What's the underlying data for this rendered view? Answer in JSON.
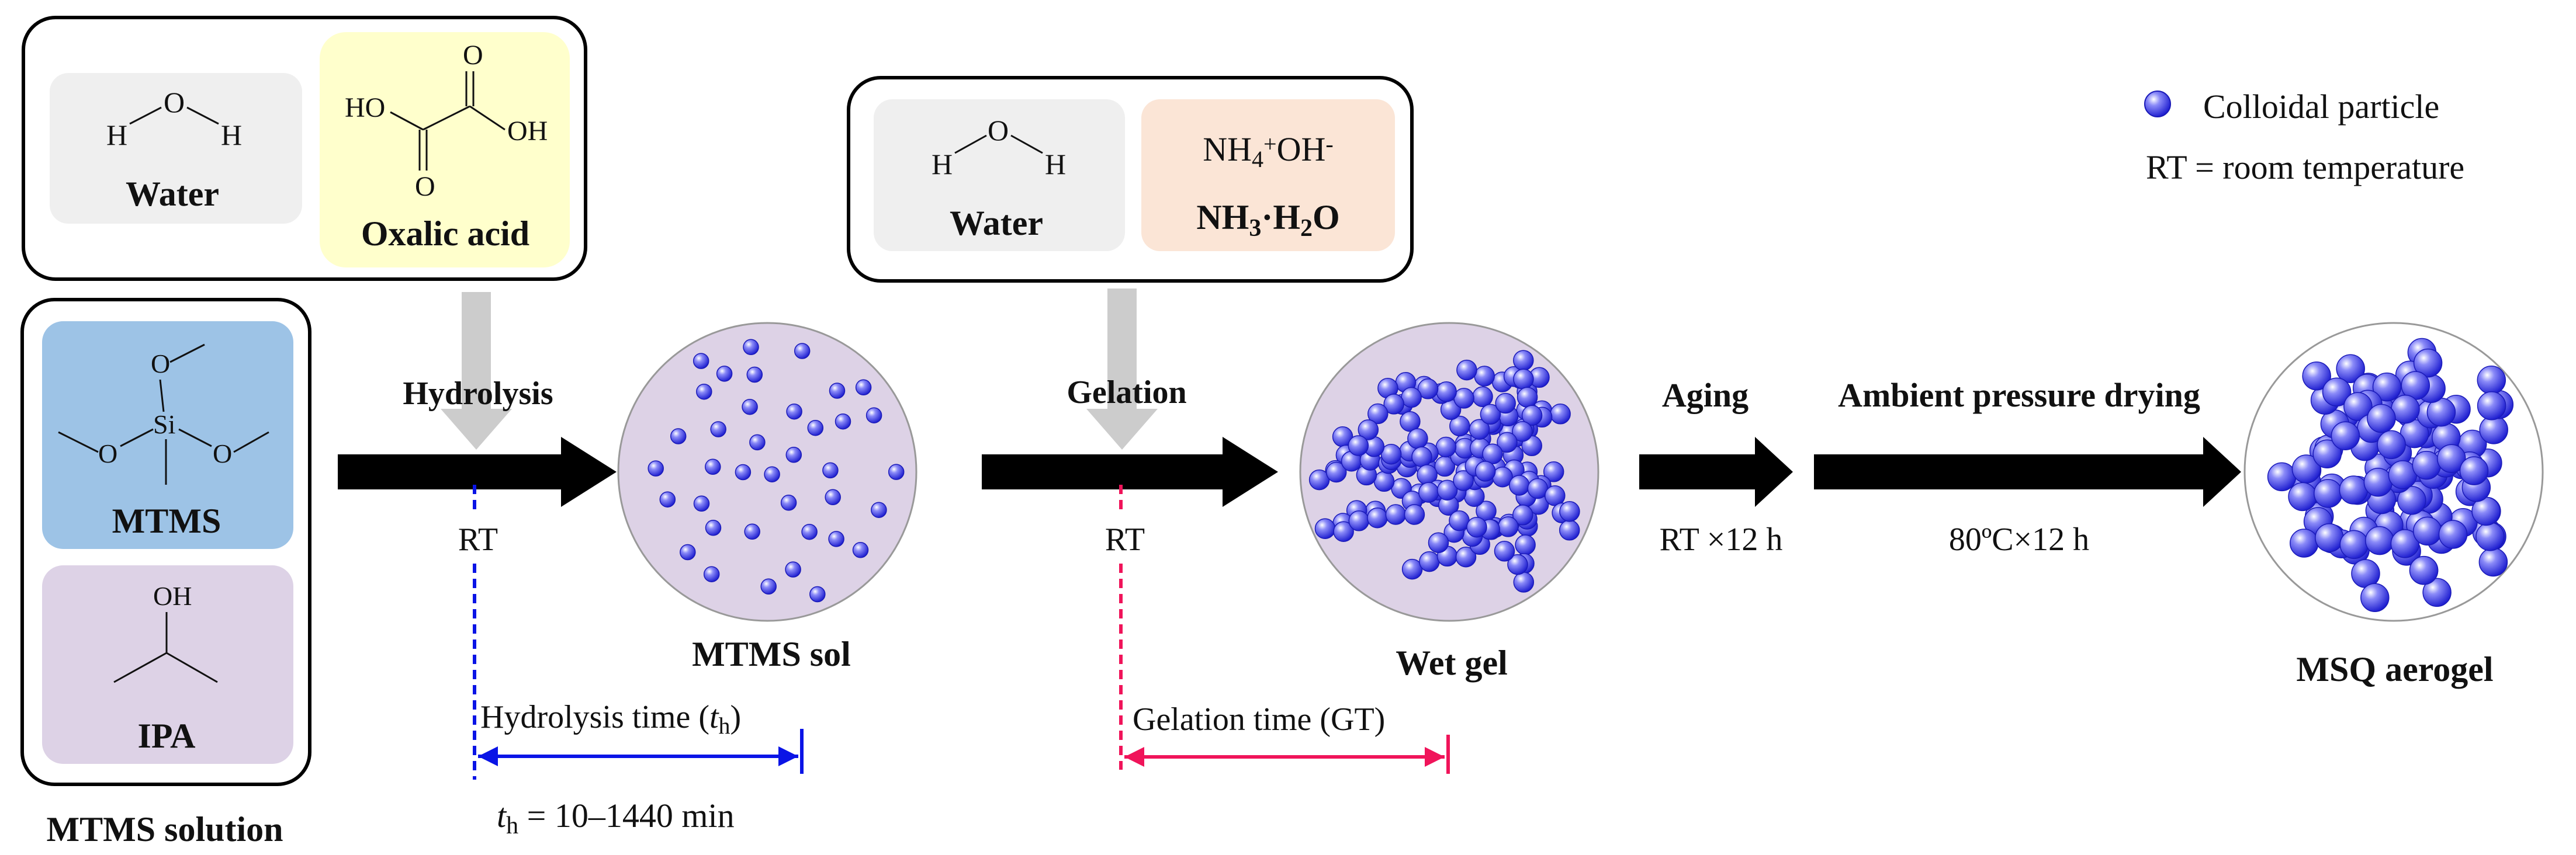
{
  "legend": {
    "particle": "Colloidal particle",
    "rt_note": "RT = room temperature"
  },
  "reagents_box1": {
    "water_atoms": {
      "h1": "H",
      "o": "O",
      "h2": "H"
    },
    "water_label": "Water",
    "oxalic_atoms": {
      "ho": "HO",
      "o_top": "O",
      "o_bottom": "O",
      "oh": "OH"
    },
    "oxalic_label": "Oxalic acid"
  },
  "reagents_box2": {
    "water_atoms": {
      "h1": "H",
      "o": "O",
      "h2": "H"
    },
    "water_label": "Water",
    "ammonium_formula": {
      "base1": "NH",
      "sub1": "4",
      "sup1": "+",
      "base2": "OH",
      "sup2": "-"
    },
    "ammonia_label": {
      "base1": "NH",
      "sub1": "3",
      "dot": "·",
      "base2": "H",
      "sub2": "2",
      "base3": "O"
    }
  },
  "solution": {
    "mtms_atoms": {
      "o1": "O",
      "o2": "O",
      "o3": "O",
      "si": "Si"
    },
    "mtms_label": "MTMS",
    "ipa_atoms": {
      "oh": "OH"
    },
    "ipa_label": "IPA",
    "title": "MTMS solution"
  },
  "steps": {
    "hydrolysis": {
      "label": "Hydrolysis",
      "condition": "RT",
      "color": "#0a14e6"
    },
    "gelation": {
      "label": "Gelation",
      "condition": "RT",
      "color": "#f0145a"
    },
    "aging": {
      "label": "Aging",
      "condition": "RT ×12 h"
    },
    "drying": {
      "label": "Ambient pressure drying",
      "condition": "80ºC×12 h"
    }
  },
  "products": {
    "sol": "MTMS sol",
    "wet_gel": "Wet gel",
    "aerogel": "MSQ aerogel"
  },
  "timing": {
    "hydrolysis_time": {
      "text": "Hydrolysis time (",
      "var": "t",
      "sub": "h",
      "close": ")"
    },
    "gelation_time": "Gelation time (GT)",
    "th_range": {
      "var": "t",
      "sub": "h",
      "rest": " = 10–1440 min"
    }
  },
  "colors": {
    "box_gray": "#efefef",
    "box_yellow": "#ffffcc",
    "box_peach": "#fbe5d6",
    "box_blue": "#9dc3e6",
    "box_lilac": "#ddd2e6",
    "circle_fill": "#ddd2e6",
    "particle": "#5a5af0",
    "arrow": "#000000",
    "feed_arrow": "#cccccc"
  }
}
